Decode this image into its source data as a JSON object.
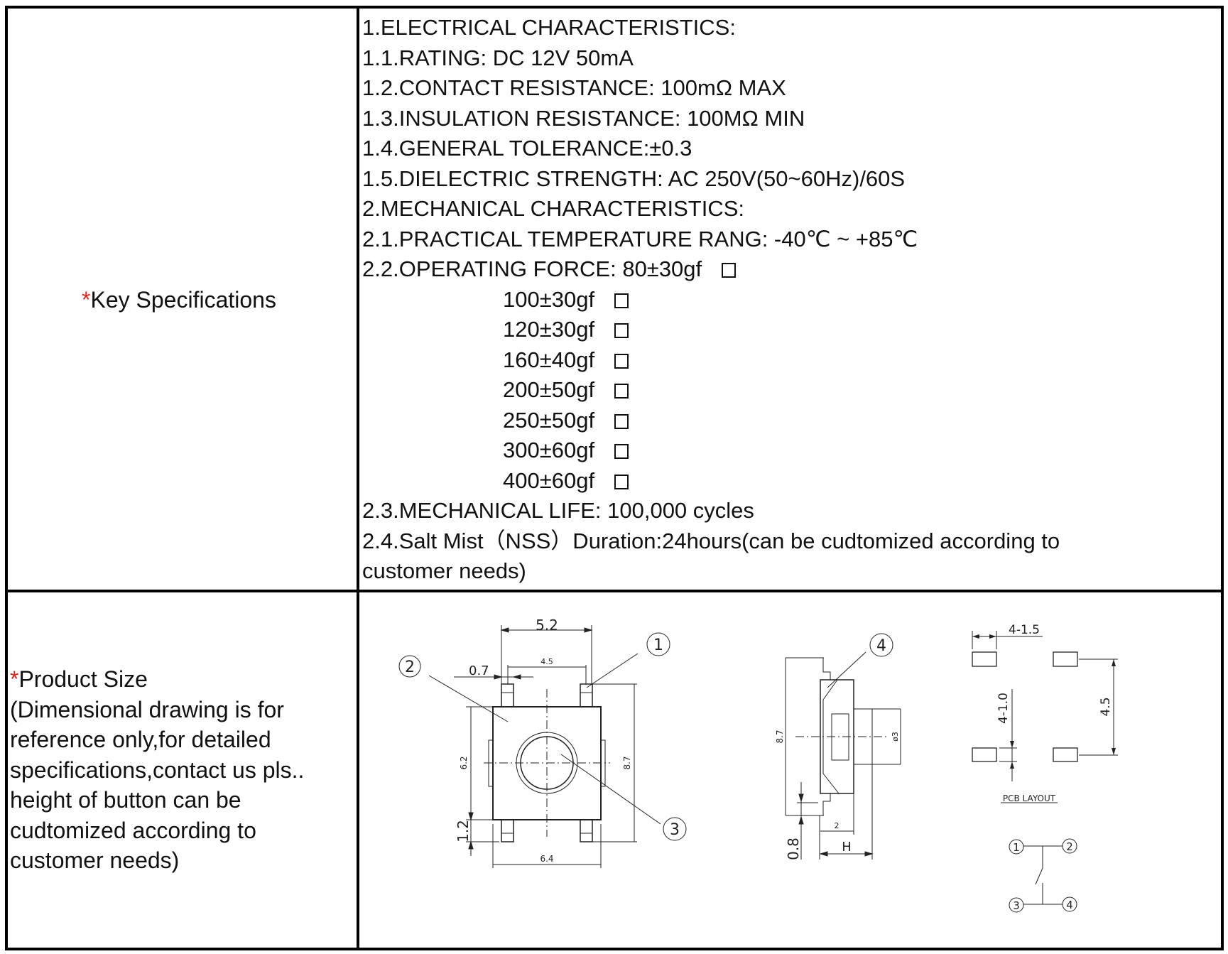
{
  "key_specifications": {
    "star": "*",
    "label": "Key Specifications",
    "lines": [
      "1.ELECTRICAL CHARACTERISTICS:",
      "1.1.RATING: DC 12V 50mA",
      "1.2.CONTACT RESISTANCE: 100mΩ MAX",
      "1.3.INSULATION RESISTANCE: 100MΩ MIN",
      "1.4.GENERAL TOLERANCE:±0.3",
      "1.5.DIELECTRIC STRENGTH: AC 250V(50~60Hz)/60S",
      "2.MECHANICAL CHARACTERISTICS:",
      "2.1.PRACTICAL TEMPERATURE RANG: -40℃ ~ +85℃",
      "2.2.OPERATING FORCE: 80±30gf"
    ],
    "force_options": [
      "100±30gf",
      "120±30gf",
      "160±40gf",
      "200±50gf",
      "250±50gf",
      "300±60gf",
      "400±60gf"
    ],
    "tail_lines": [
      "2.3.MECHANICAL LIFE: 100,000 cycles",
      "2.4.Salt Mist（NSS）Duration:24hours(can be cudtomized according to",
      "customer needs)"
    ]
  },
  "product_size": {
    "star": "*",
    "label": "Product Size",
    "note_lines": [
      "(Dimensional drawing is for",
      "reference only,for detailed",
      "specifications,contact us pls..",
      "height of button can be",
      "cudtomized according to",
      "customer needs)"
    ]
  },
  "drawing": {
    "top_view": {
      "d_5_2": "5.2",
      "d_4_5": "4.5",
      "d_0_7": "0.7",
      "d_6_2": "6.2",
      "d_8_7": "8.7",
      "d_1_2": "1.2",
      "d_6_4": "6.4",
      "c1": "1",
      "c2": "2",
      "c3": "3"
    },
    "side_view": {
      "d_8_7": "8.7",
      "d_phi3": "ø3",
      "d_2": "2",
      "d_h": "H",
      "d_0_8": "0.8",
      "c4": "4"
    },
    "pcb": {
      "d_4_1_5": "4-1.5",
      "d_4_1_0": "4-1.0",
      "d_4_5": "4.5",
      "title": "PCB LAYOUT"
    },
    "schematic": {
      "p1": "1",
      "p2": "2",
      "p3": "3",
      "p4": "4"
    }
  }
}
